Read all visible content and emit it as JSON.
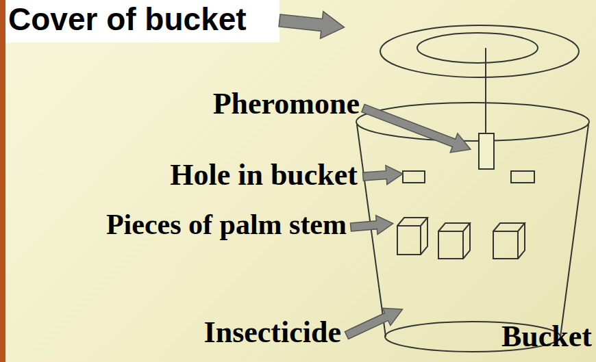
{
  "diagram": {
    "labels": [
      "Cover of bucket",
      "Pheromone",
      "Hole in bucket",
      "Pieces of palm stem",
      "Insecticide",
      "Bucket"
    ]
  }
}
